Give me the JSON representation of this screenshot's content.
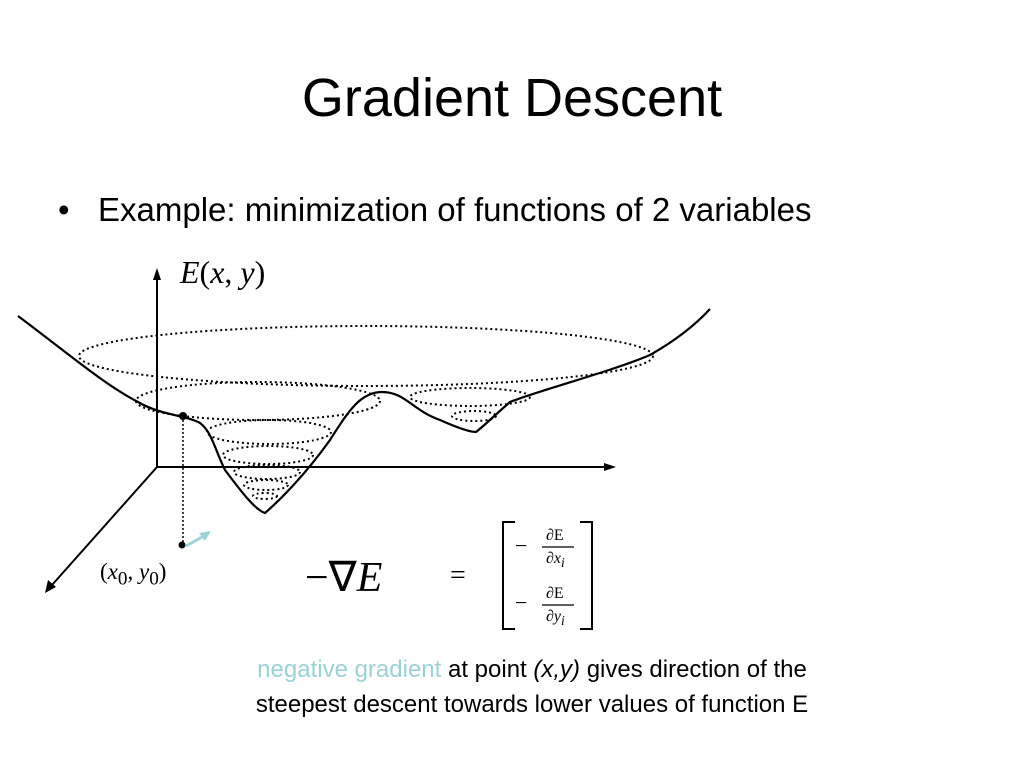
{
  "slide": {
    "title": "Gradient Descent",
    "bullet": "Example: minimization of functions of 2 variables"
  },
  "figure": {
    "function_label": "E(x, y)",
    "point_label": "(x0, y0)",
    "gradient_symbol": "−∇E",
    "equals": "=",
    "matrix": {
      "row1_sign": "−",
      "row1_numerator": "∂E",
      "row1_denominator": "∂x",
      "row1_subscript": "i",
      "row2_sign": "−",
      "row2_numerator": "∂E",
      "row2_denominator": "∂y",
      "row2_subscript": "i"
    },
    "colors": {
      "curve": "#000000",
      "arrow": "#9ad2d6"
    }
  },
  "caption": {
    "highlight": "negative gradient",
    "part1": " at point ",
    "point": "(x,y)",
    "part2": " gives direction of the",
    "line2": "steepest descent towards lower values of function E",
    "highlight_color": "#9ad2d6"
  }
}
